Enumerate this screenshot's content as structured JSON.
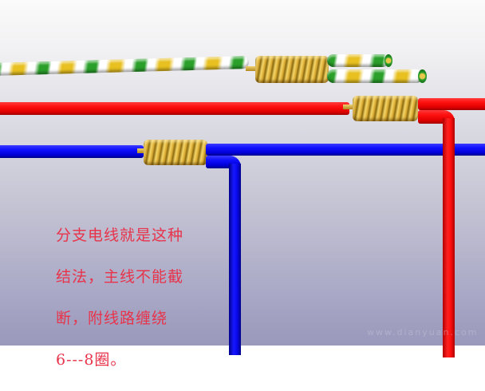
{
  "illustration": {
    "subject": "branch wire splicing (T-joint) with spiral wrap",
    "wires": [
      {
        "name": "green-yellow ground wire",
        "colors": [
          "#2aa02a",
          "#e8c020",
          "#ffffff"
        ]
      },
      {
        "name": "red live wire",
        "color": "#ff1010"
      },
      {
        "name": "blue neutral wire",
        "color": "#1010ff"
      }
    ],
    "coil_color": "#d8a830",
    "background_top": "#fbfbfb",
    "background_bottom": "#9a98bb"
  },
  "caption": {
    "lines": [
      "分支电线就是这种",
      "结法，主线不能截",
      "断，附线路缠绕",
      "6---8圈。"
    ],
    "color": "#e8334a"
  },
  "watermark": "www.dianyuan.com"
}
